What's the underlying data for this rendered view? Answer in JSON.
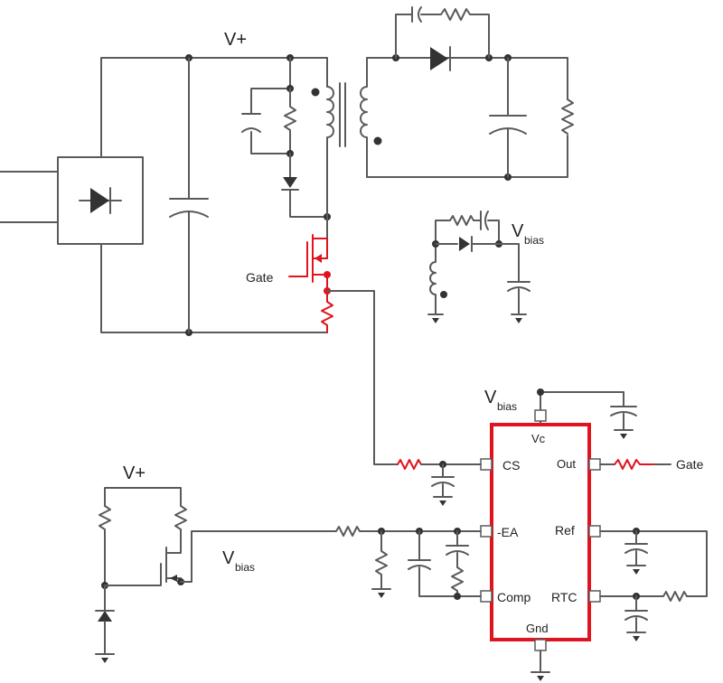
{
  "labels": {
    "vplus_top": "V+",
    "vplus_bottom": "V+",
    "gate_left": "Gate",
    "gate_right": "Gate",
    "vbias": "V",
    "bias_sub": "bias"
  },
  "ic": {
    "pins": {
      "vc": "Vc",
      "cs": "CS",
      "ea": "-EA",
      "comp": "Comp",
      "gnd": "Gnd",
      "out": "Out",
      "ref": "Ref",
      "rtc": "RTC"
    }
  },
  "colors": {
    "wire": "#5a5a5a",
    "highlight": "#e0141e"
  }
}
